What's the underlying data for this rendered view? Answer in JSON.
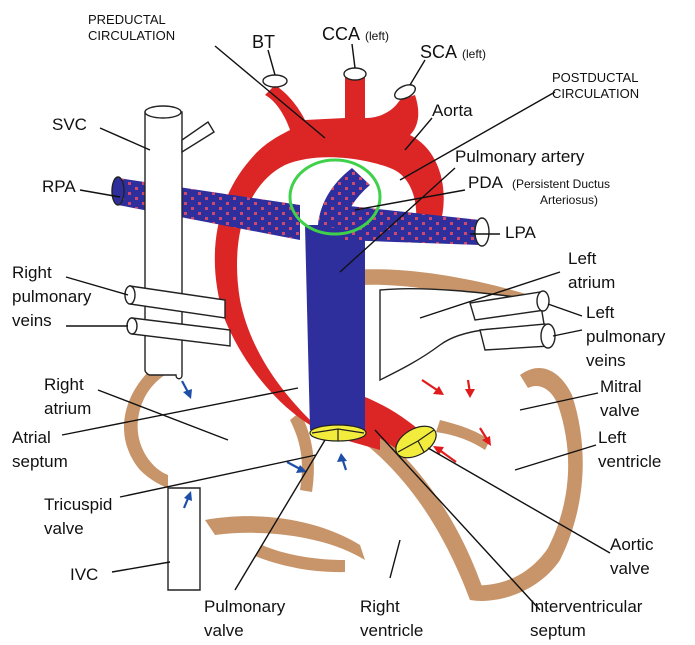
{
  "colors": {
    "aorta": "#dc2626",
    "pulmonary": "#2e2e9c",
    "pda_dots": "#d0486b",
    "heart_wall": "#c8956a",
    "vessel_outline": "#222222",
    "pda_ring": "#3fd14a",
    "valve": "#f2ec3c",
    "arrow_red": "#e01b1b",
    "arrow_blue": "#1e4fa8"
  },
  "labels": {
    "preductal_1": "PREDUCTAL",
    "preductal_2": "CIRCULATION",
    "bt": "BT",
    "cca": "CCA",
    "cca_side": "(left)",
    "sca": "SCA",
    "sca_side": "(left)",
    "postductal_1": "POSTDUCTAL",
    "postductal_2": "CIRCULATION",
    "aorta": "Aorta",
    "pulmonary_artery": "Pulmonary artery",
    "pda": "PDA",
    "pda_full_1": "(Persistent Ductus",
    "pda_full_2": "Arteriosus)",
    "svc": "SVC",
    "rpa": "RPA",
    "lpa": "LPA",
    "right_pulm_veins_1": "Right",
    "right_pulm_veins_2": "pulmonary",
    "right_pulm_veins_3": "veins",
    "left_atrium_1": "Left",
    "left_atrium_2": "atrium",
    "left_pulm_veins_1": "Left",
    "left_pulm_veins_2": "pulmonary",
    "left_pulm_veins_3": "veins",
    "right_atrium_1": "Right",
    "right_atrium_2": "atrium",
    "mitral_valve_1": "Mitral",
    "mitral_valve_2": "valve",
    "atrial_septum_1": "Atrial",
    "atrial_septum_2": "septum",
    "left_ventricle_1": "Left",
    "left_ventricle_2": "ventricle",
    "tricuspid_valve_1": "Tricuspid",
    "tricuspid_valve_2": "valve",
    "aortic_valve_1": "Aortic",
    "aortic_valve_2": "valve",
    "ivc": "IVC",
    "pulmonary_valve_1": "Pulmonary",
    "pulmonary_valve_2": "valve",
    "right_ventricle_1": "Right",
    "right_ventricle_2": "ventricle",
    "ivs_1": "Interventricular",
    "ivs_2": "septum"
  }
}
